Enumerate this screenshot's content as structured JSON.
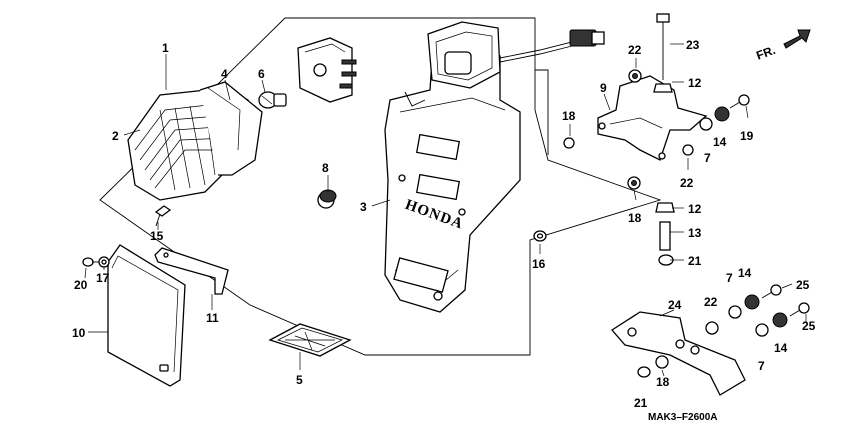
{
  "diagram": {
    "direction_label": "FR.",
    "code": "MAK3–F2600A",
    "callouts": [
      {
        "id": "c1",
        "text": "1"
      },
      {
        "id": "c2",
        "text": "2"
      },
      {
        "id": "c3",
        "text": "3"
      },
      {
        "id": "c4",
        "text": "4"
      },
      {
        "id": "c5",
        "text": "5"
      },
      {
        "id": "c6",
        "text": "6"
      },
      {
        "id": "c7a",
        "text": "7"
      },
      {
        "id": "c7b",
        "text": "7"
      },
      {
        "id": "c7c",
        "text": "7"
      },
      {
        "id": "c8",
        "text": "8"
      },
      {
        "id": "c9",
        "text": "9"
      },
      {
        "id": "c10",
        "text": "10"
      },
      {
        "id": "c11",
        "text": "11"
      },
      {
        "id": "c12a",
        "text": "12"
      },
      {
        "id": "c12b",
        "text": "12"
      },
      {
        "id": "c13",
        "text": "13"
      },
      {
        "id": "c14a",
        "text": "14"
      },
      {
        "id": "c14b",
        "text": "14"
      },
      {
        "id": "c14c",
        "text": "14"
      },
      {
        "id": "c15",
        "text": "15"
      },
      {
        "id": "c16",
        "text": "16"
      },
      {
        "id": "c17",
        "text": "17"
      },
      {
        "id": "c18a",
        "text": "18"
      },
      {
        "id": "c18b",
        "text": "18"
      },
      {
        "id": "c18c",
        "text": "18"
      },
      {
        "id": "c19",
        "text": "19"
      },
      {
        "id": "c20",
        "text": "20"
      },
      {
        "id": "c21a",
        "text": "21"
      },
      {
        "id": "c21b",
        "text": "21"
      },
      {
        "id": "c22a",
        "text": "22"
      },
      {
        "id": "c22b",
        "text": "22"
      },
      {
        "id": "c22c",
        "text": "22"
      },
      {
        "id": "c23",
        "text": "23"
      },
      {
        "id": "c24",
        "text": "24"
      },
      {
        "id": "c25a",
        "text": "25"
      },
      {
        "id": "c25b",
        "text": "25"
      }
    ],
    "brand_text": "HONDA"
  }
}
